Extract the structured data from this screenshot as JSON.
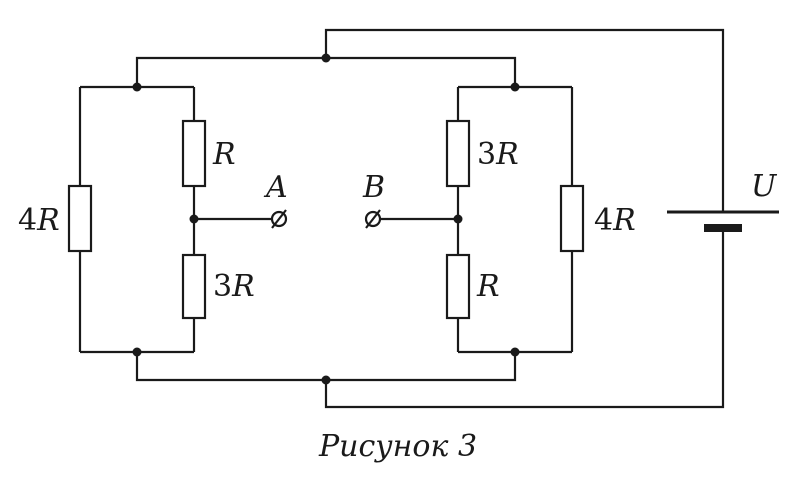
{
  "labels": {
    "left_outer": {
      "num": "4",
      "sym": "R"
    },
    "left_top": {
      "num": "",
      "sym": "R"
    },
    "left_bottom": {
      "num": "3",
      "sym": "R"
    },
    "right_top": {
      "num": "3",
      "sym": "R"
    },
    "right_bottom": {
      "num": "",
      "sym": "R"
    },
    "right_outer": {
      "num": "4",
      "sym": "R"
    },
    "terminal_a": "A",
    "terminal_b": "B",
    "battery": "U"
  },
  "caption": "Рисунок 3"
}
